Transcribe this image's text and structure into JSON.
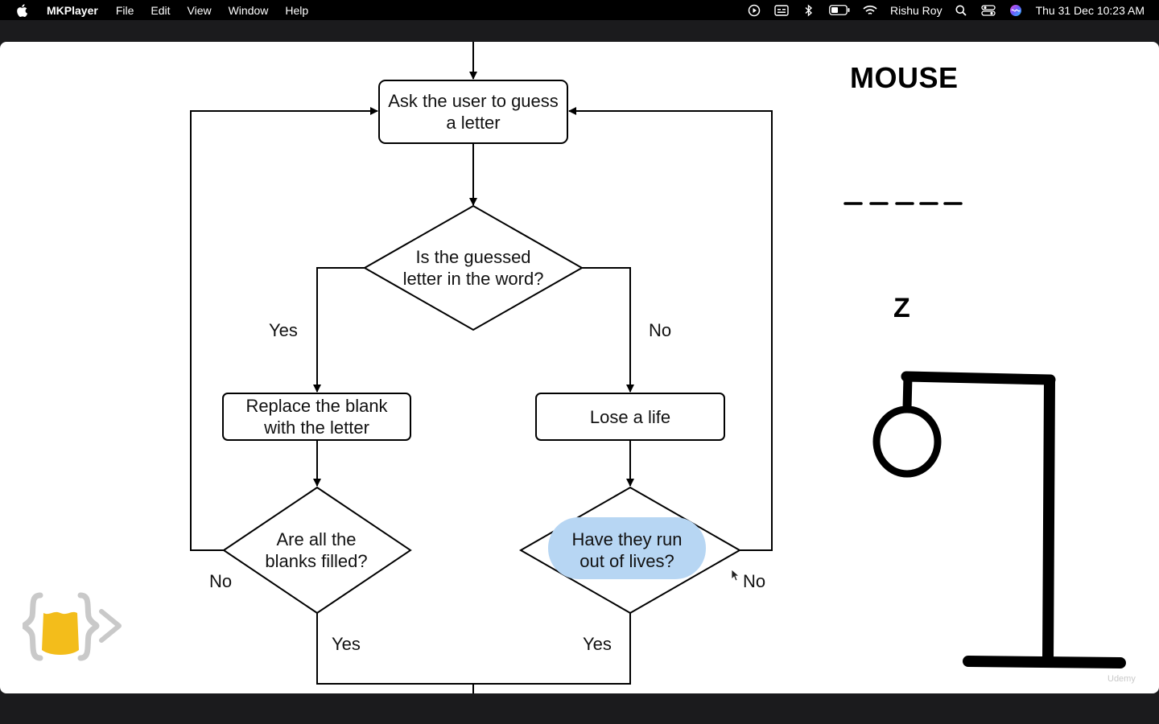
{
  "menubar": {
    "app_name": "MKPlayer",
    "menus": [
      "File",
      "Edit",
      "View",
      "Window",
      "Help"
    ],
    "user_name": "Rishu Roy",
    "clock": "Thu 31 Dec  10:23 AM",
    "status_icons": [
      "play-icon",
      "subtitles-icon",
      "bluetooth-icon",
      "battery-icon",
      "wifi-icon",
      "search-icon",
      "control-center-icon",
      "siri-icon"
    ]
  },
  "flowchart": {
    "start_box": "Ask the user to guess\na letter",
    "decision_letter": "Is the guessed\nletter in the word?",
    "yes_left": "Yes",
    "no_right": "No",
    "replace_box": "Replace the blank\nwith the letter",
    "lose_life_box": "Lose a life",
    "decision_blanks": "Are all the\nblanks filled?",
    "decision_lives": "Have they run\nout of lives?",
    "no_blanks": "No",
    "no_lives": "No",
    "yes_blanks": "Yes",
    "yes_lives": "Yes"
  },
  "hangman": {
    "word": "MOUSE",
    "guessed_letter": "Z",
    "blank_count": 5
  },
  "watermark": "Udemy"
}
